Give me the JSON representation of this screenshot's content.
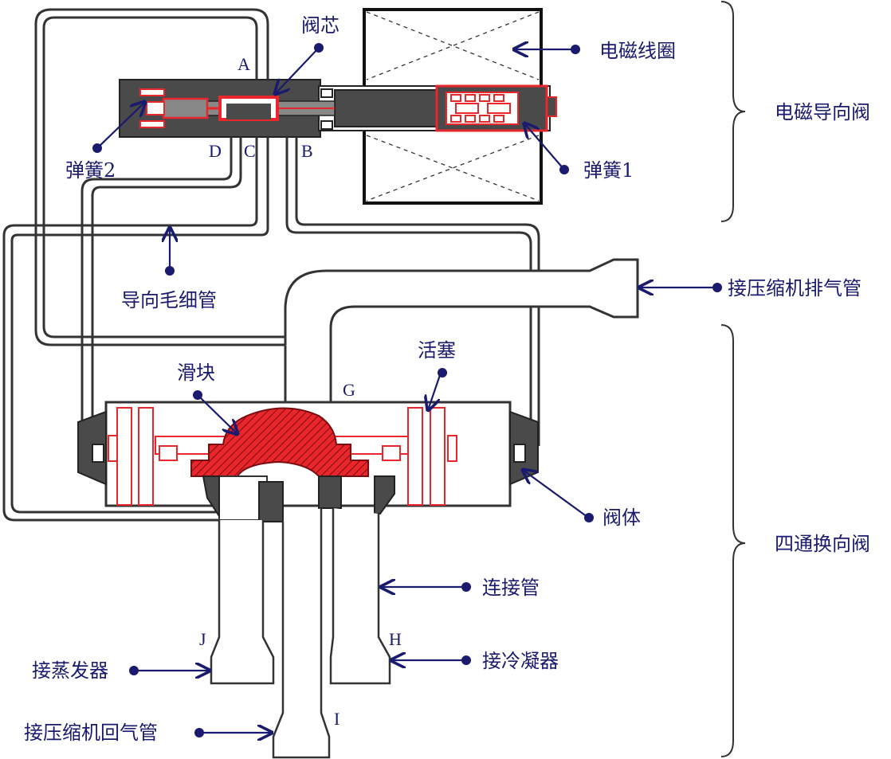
{
  "labels": {
    "valve_core": "阀芯",
    "coil": "电磁线圈",
    "pilot_valve": "电磁导向阀",
    "spring2": "弹簧2",
    "spring1": "弹簧1",
    "capillary": "导向毛细管",
    "discharge": "接压缩机排气管",
    "piston": "活塞",
    "slider": "滑块",
    "valve_body": "阀体",
    "reversing_valve": "四通换向阀",
    "connecting_pipe": "连接管",
    "evaporator": "接蒸发器",
    "condenser": "接冷凝器",
    "suction": "接压缩机回气管"
  },
  "ports": {
    "A": "A",
    "B": "B",
    "C": "C",
    "D": "D",
    "G": "G",
    "H": "H",
    "I": "I",
    "J": "J"
  },
  "colors": {
    "outline": "#222222",
    "dark_body": "#4a4a4a",
    "accent_red": "#e8262c",
    "annotation": "#1a1a6e"
  }
}
